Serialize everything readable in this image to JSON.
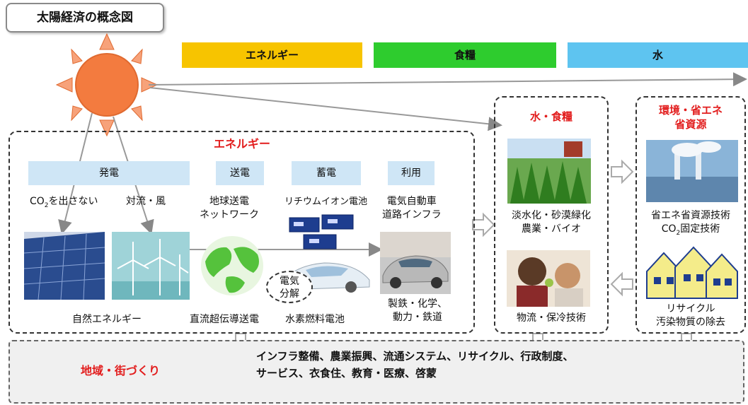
{
  "title": "太陽経済の概念図",
  "bands": [
    {
      "label": "エネルギー",
      "color": "#f7c400"
    },
    {
      "label": "食糧",
      "color": "#2ecc2e"
    },
    {
      "label": "水",
      "color": "#5ec4f0"
    }
  ],
  "energy": {
    "title": "エネルギー",
    "headers": [
      "発電",
      "送電",
      "蓄電",
      "利用"
    ],
    "co2_line1": "CO",
    "co2_sub": "2",
    "co2_line2": "を出さない",
    "wind_label": "対流・風",
    "transmission_line1": "地球送電",
    "transmission_line2": "ネットワーク",
    "battery_label": "リチウムイオン電池",
    "ev_line1": "電気自動車",
    "ev_line2": "道路インフラ",
    "natural_energy": "自然エネルギー",
    "superconduct": "直流超伝導送電",
    "fuel_cell": "水素燃料電池",
    "electrolysis_line1": "電気",
    "electrolysis_line2": "分解",
    "industry_line1": "製鉄・化学、",
    "industry_line2": "動力・鉄道"
  },
  "water_food": {
    "title": "水・食糧",
    "line1": "淡水化・砂漠緑化",
    "line2": "農業・バイオ",
    "logistics": "物流・保冷技術"
  },
  "environment": {
    "title_line1": "環境・省エネ",
    "title_line2": "省資源",
    "tech_line1": "省エネ省資源技術",
    "tech_line2a": "CO",
    "tech_line2_sub": "2",
    "tech_line2b": "固定技術",
    "recycle_line1": "リサイクル",
    "recycle_line2": "汚染物質の除去"
  },
  "bottom": {
    "title": "地域・街づくり",
    "line1": "インフラ整備、農業振興、流通システム、リサイクル、行政制度、",
    "line2": "サービス、衣食住、教育・医療、啓蒙"
  },
  "colors": {
    "accent_red": "#e21d1d",
    "header_blue": "#cfe6f6",
    "sun": "#f37b3f"
  }
}
